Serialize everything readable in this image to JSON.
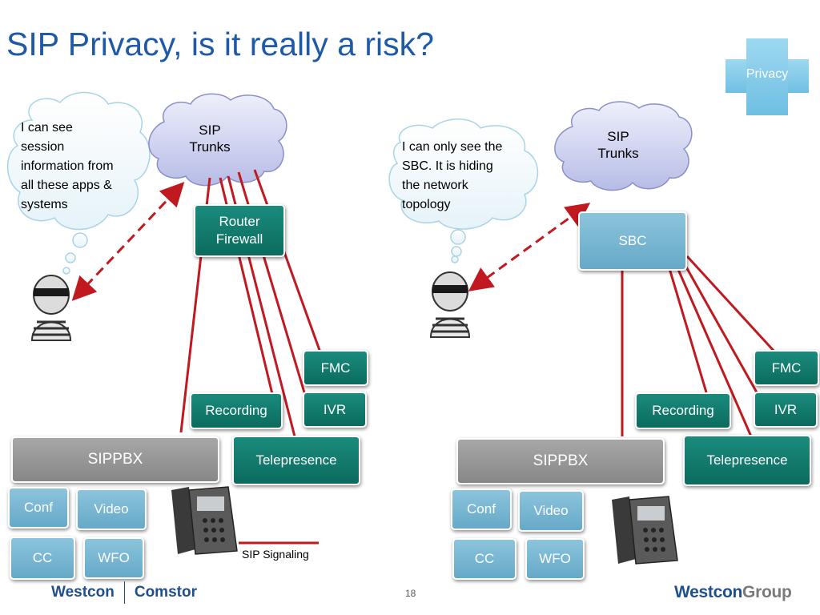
{
  "title": "SIP Privacy, is it really a risk?",
  "badge": {
    "label": "Privacy"
  },
  "left": {
    "cloud": "SIP\nTrunks",
    "thought": "I can see\nsession\ninformation from\nall these apps &\nsystems",
    "firewall": "Router\nFirewall",
    "fmc": "FMC",
    "ivr": "IVR",
    "recording": "Recording",
    "telepresence": "Telepresence",
    "sippbx": "SIPPBX",
    "conf": "Conf",
    "video": "Video",
    "cc": "CC",
    "wfo": "WFO"
  },
  "right": {
    "cloud": "SIP\nTrunks",
    "thought": "I can only see the\nSBC. It is hiding\nthe network\ntopology",
    "sbc": "SBC",
    "fmc": "FMC",
    "ivr": "IVR",
    "recording": "Recording",
    "telepresence": "Telepresence",
    "sippbx": "SIPPBX",
    "conf": "Conf",
    "video": "Video",
    "cc": "CC",
    "wfo": "WFO"
  },
  "legend": {
    "label": "SIP Signaling",
    "color": "#c0191f"
  },
  "footer": {
    "page_number": "18",
    "logo_left_a": "Westcon",
    "logo_left_b": "Comstor",
    "logo_right_a": "Westcon",
    "logo_right_b": "Group"
  },
  "colors": {
    "title": "#1f5aa6",
    "signal": "#c0191f",
    "teal": "#0f7a6c",
    "light_blue": "#7ab6d2"
  }
}
